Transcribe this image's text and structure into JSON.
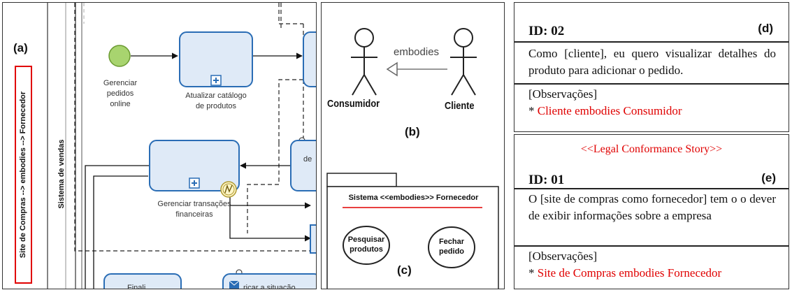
{
  "panel_a": {
    "label": "(a)",
    "pool_label": "Site de Compras --> embodies --> Fornecedor",
    "lane_label": "Sistema de vendas",
    "start_event_label": "Gerenciar\npedidos\nonline",
    "task_catalog_label": "Atualizar catálogo\nde produtos",
    "task_financial_label": "Gerenciar transações\nfinanceiras",
    "partial_task_label": "de",
    "bottom_task_partial_1": "Finali",
    "bottom_task_partial_2": "ricar a situação"
  },
  "panel_b": {
    "label": "(b)",
    "actor_left": "Consumidor",
    "actor_right": "Cliente",
    "relation": "embodies"
  },
  "panel_c": {
    "label": "(c)",
    "system_title": "Sistema <<embodies>> Fornecedor",
    "use_case_1": "Pesquisar\nprodutos",
    "use_case_2": "Fechar\npedido"
  },
  "panel_d": {
    "label": "(d)",
    "id": "ID: 02",
    "text": "Como [cliente], eu quero visualizar detalhes do produto para adicionar o pedido.",
    "obs_header": "[Observações]",
    "obs_bullet": "*",
    "obs_text": "Cliente embodies Consumidor"
  },
  "panel_e": {
    "label": "(e)",
    "stereotype": "<<Legal Conformance Story>>",
    "id": "ID: 01",
    "text": "O [site de compras como fornecedor] tem o o dever de exibir informações sobre a empresa",
    "obs_header": "[Observações]",
    "obs_bullet": "*",
    "obs_text": "Site de Compras embodies Fornecedor"
  },
  "colors": {
    "red": "#e00000",
    "task_border": "#2a6db5",
    "task_fill": "#dfeaf7",
    "start_event": "#a8d46f"
  }
}
